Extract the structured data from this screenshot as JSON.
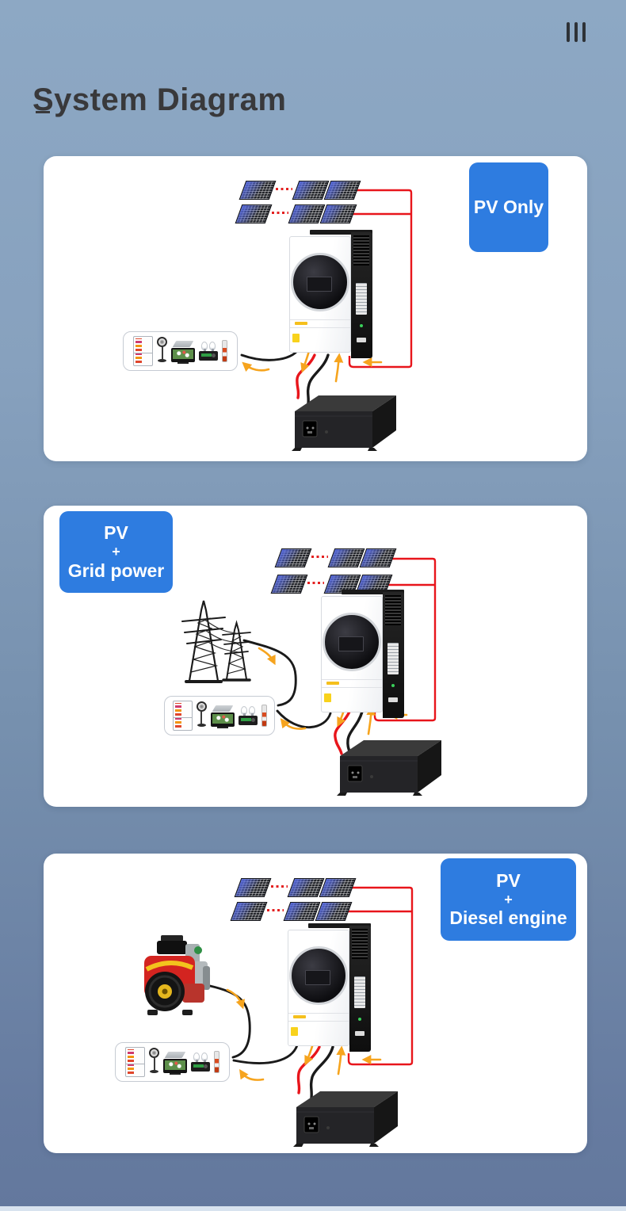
{
  "page": {
    "title": "System Diagram",
    "menu_icon": "three-vertical-bars-icon"
  },
  "colors": {
    "accent_blue": "#2E7CE0",
    "wire_red": "#E8151B",
    "wire_black": "#1A1A1A",
    "arrow_orange": "#F6A41E",
    "title_text": "#39393B",
    "card_background": "#FFFFFF",
    "background_top": "#8DA8C4",
    "background_bottom": "#63789D"
  },
  "diagrams": [
    {
      "id": "pv-only",
      "label_lines": [
        "PV Only"
      ],
      "label_position": "top-right",
      "components": [
        "solar-panel-array",
        "hybrid-inverter",
        "household-appliances",
        "battery"
      ]
    },
    {
      "id": "pv-plus-grid",
      "label_lines": [
        "PV",
        "+",
        "Grid power"
      ],
      "label_position": "top-left",
      "components": [
        "solar-panel-array",
        "utility-grid-towers",
        "hybrid-inverter",
        "household-appliances",
        "battery"
      ]
    },
    {
      "id": "pv-plus-diesel",
      "label_lines": [
        "PV",
        "+",
        "Diesel engine"
      ],
      "label_position": "top-right",
      "components": [
        "solar-panel-array",
        "diesel-engine",
        "hybrid-inverter",
        "household-appliances",
        "battery"
      ]
    }
  ]
}
